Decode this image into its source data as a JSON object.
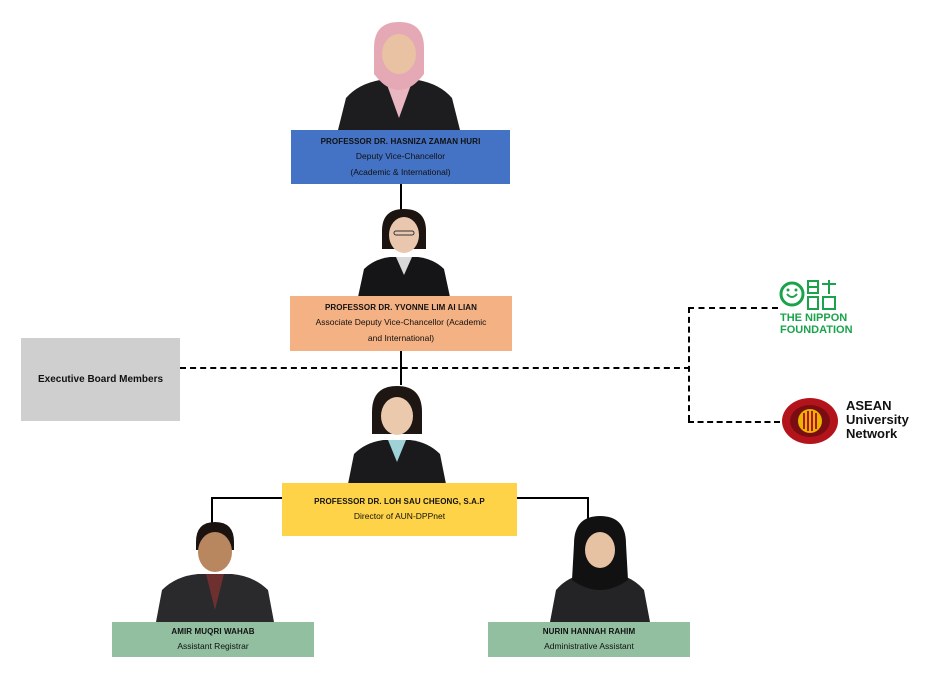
{
  "top": {
    "name": "PROFESSOR DR. HASNIZA ZAMAN HURI",
    "role_line1": "Deputy Vice-Chancellor",
    "role_line2": "(Academic & International)",
    "color": "#4472c4"
  },
  "associate": {
    "name": "PROFESSOR DR. YVONNE LIM AI LIAN",
    "role_line1": "Associate Deputy Vice-Chancellor (Academic",
    "role_line2": "and International)",
    "color": "#f4b183"
  },
  "director": {
    "name": "PROFESSOR DR. LOH SAU CHEONG, S.A.P",
    "role_line1": "Director of AUN-DPPnet",
    "color": "#ffd347"
  },
  "registrar": {
    "name": "AMIR MUQRI WAHAB",
    "role_line1": "Assistant Registrar",
    "color": "#92bfa0"
  },
  "admin": {
    "name": "NURIN HANNAH RAHIM",
    "role_line1": "Administrative Assistant",
    "color": "#92bfa0"
  },
  "executive_board": {
    "label": "Executive Board Members"
  },
  "partners": {
    "nippon": {
      "line1": "THE NIPPON",
      "line2": "FOUNDATION",
      "icon": "nippon-foundation-logo"
    },
    "aun": {
      "line1": "ASEAN",
      "line2": "University",
      "line3": "Network",
      "icon": "aun-logo"
    }
  }
}
